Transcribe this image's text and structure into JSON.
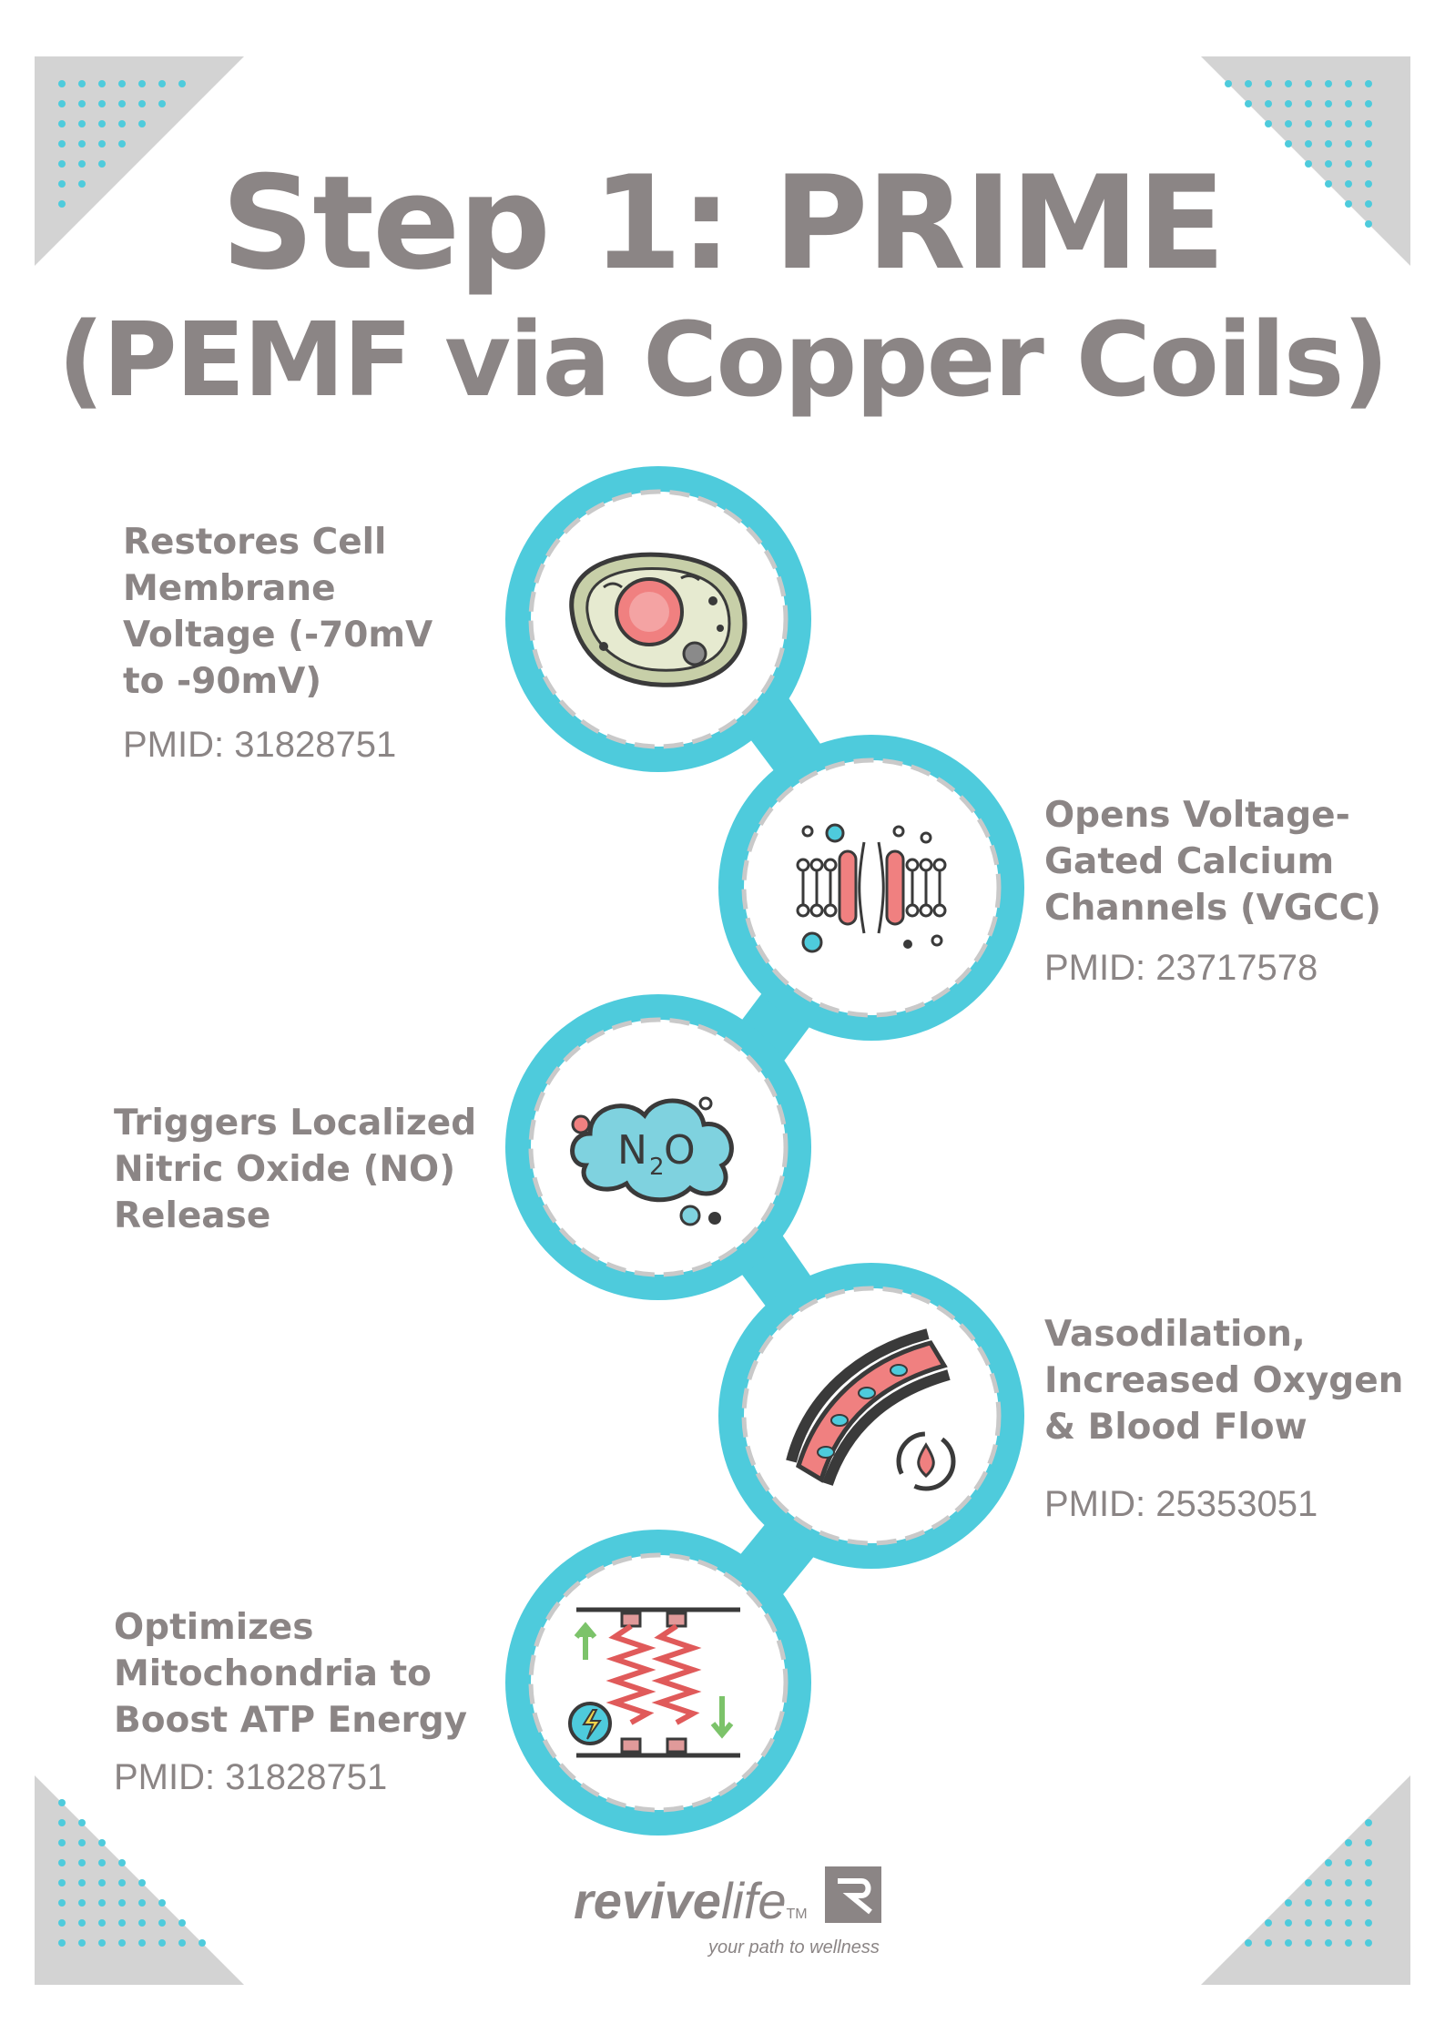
{
  "title": {
    "line1": "Step 1: PRIME",
    "line2": "(PEMF via Copper Coils)"
  },
  "steps": [
    {
      "label_lines": [
        "Restores Cell",
        "Membrane",
        "Voltage (-70mV",
        "to -90mV)"
      ],
      "pmid": "PMID: 31828751",
      "icon": "cell-icon"
    },
    {
      "label_lines": [
        "Opens Voltage-",
        "Gated Calcium",
        "Channels (VGCC)"
      ],
      "pmid": "PMID: 23717578",
      "icon": "calcium-channel-icon"
    },
    {
      "label_lines": [
        "Triggers Localized",
        "Nitric Oxide (NO)",
        "Release"
      ],
      "pmid": "",
      "icon": "nitric-oxide-cloud-icon",
      "icon_text": "N",
      "icon_sub": "2",
      "icon_text2": "O"
    },
    {
      "label_lines": [
        "Vasodilation,",
        "Increased Oxygen",
        "& Blood Flow"
      ],
      "pmid": "PMID: 25353051",
      "icon": "blood-vessel-icon"
    },
    {
      "label_lines": [
        "Optimizes",
        "Mitochondria to",
        "Boost ATP Energy"
      ],
      "pmid": "PMID: 31828751",
      "icon": "atp-energy-springs-icon"
    }
  ],
  "logo": {
    "word_bold": "revive",
    "word_light": "life",
    "tm": "TM",
    "tagline": "your path to wellness"
  },
  "colors": {
    "accent": "#4ecbdc",
    "text": "#8b8585",
    "corner_gray": "#d3d3d3",
    "dashed_ring": "#c9c9c9"
  }
}
